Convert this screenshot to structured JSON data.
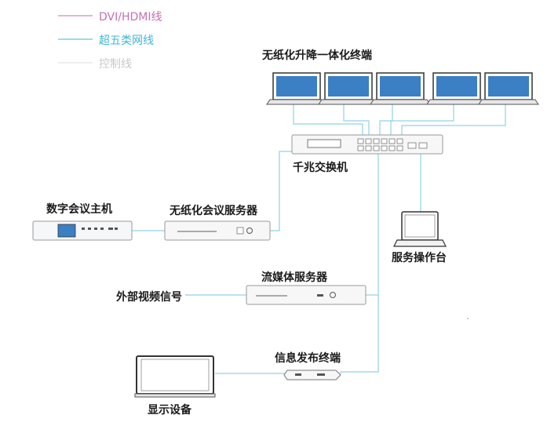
{
  "legend": [
    {
      "label": "DVI/HDMI线",
      "color": "#c86fb0"
    },
    {
      "label": "超五类网线",
      "color": "#3fb6d6"
    },
    {
      "label": "控制线",
      "color": "#c9c9c9"
    }
  ],
  "nodes": {
    "terminals": "无纸化升降一体化终端",
    "switch": "千兆交换机",
    "host": "数字会议主机",
    "server": "无纸化会议服务器",
    "console": "服务操作台",
    "media_server": "流媒体服务器",
    "video_in": "外部视频信号",
    "publisher": "信息发布终端",
    "display": "显示设备"
  },
  "colors": {
    "network_line": "#8fd3e6",
    "device_outline": "#9a9a9a",
    "screen": "#3b7fc4"
  }
}
